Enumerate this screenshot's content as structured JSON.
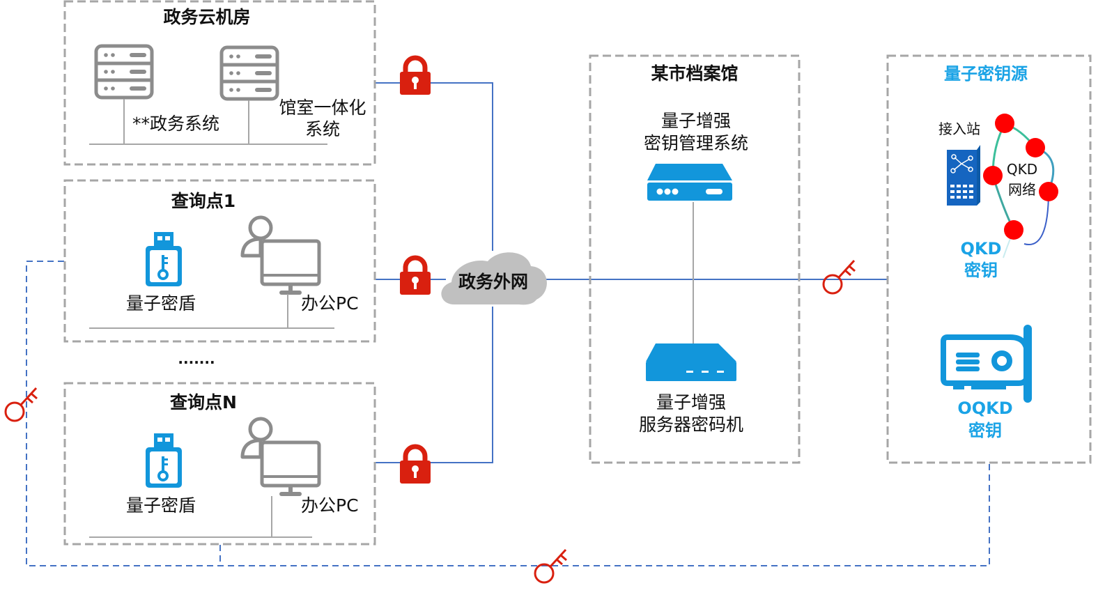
{
  "diagram_title": "量子密钥政务网络拓扑",
  "colors": {
    "box_border": "#a6a6a6",
    "network_line": "#4472c4",
    "lock_red": "#d9200f",
    "key_red": "#d9200f",
    "device_blue": "#1296db",
    "icon_gray": "#8c8c8c",
    "cloud_gray": "#c0c0c0",
    "accent_blue_text": "#1aa3e6",
    "qkd_node_red": "#ff0000"
  },
  "cloud_room": {
    "title": "政务云机房",
    "systems": [
      {
        "label": "**政务系统",
        "icon": "server-icon"
      },
      {
        "label_line1": "馆室一体化",
        "label_line2": "系统",
        "icon": "server-icon"
      }
    ]
  },
  "query_points": [
    {
      "title": "查询点1",
      "shield_label": "量子密盾",
      "pc_label": "办公PC"
    },
    {
      "title": "查询点N",
      "shield_label": "量子密盾",
      "pc_label": "办公PC"
    }
  ],
  "ellipsis": ".......",
  "external_network": {
    "label": "政务外网",
    "icon": "cloud-icon"
  },
  "archive": {
    "title": "某市档案馆",
    "kms": {
      "line1": "量子增强",
      "line2": "密钥管理系统",
      "icon": "appliance-icon"
    },
    "hsm": {
      "line1": "量子增强",
      "line2": "服务器密码机",
      "icon": "appliance-icon"
    }
  },
  "key_source": {
    "title": "量子密钥源",
    "access_station_label": "接入站",
    "qkd_network_line1": "QKD",
    "qkd_network_line2": "网络",
    "qkd_key_line1": "QKD",
    "qkd_key_line2": "密钥",
    "oqkd_key_line1": "OQKD",
    "oqkd_key_line2": "密钥"
  },
  "link_icons": {
    "locks": 3,
    "keys": 3
  }
}
